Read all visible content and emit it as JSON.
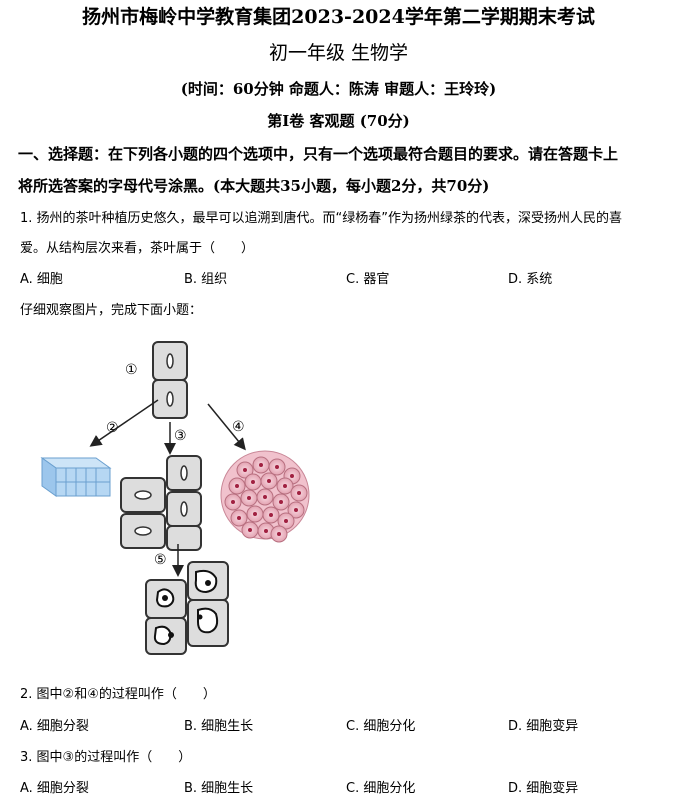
{
  "header": {
    "title": "扬州市梅岭中学教育集团2023-2024学年第二学期期末考试",
    "subtitle": "初一年级   生物学",
    "meta": "(时间：60分钟  命题人：陈涛    审题人：王玲玲)",
    "section": "第Ⅰ卷 客观题 (70分)"
  },
  "instructions": {
    "line1": "一、选择题：在下列各小题的四个选项中，只有一个选项最符合题目的要求。请在答题卡上",
    "line2": "将所选答案的字母代号涂黑。(本大题共35小题，每小题2分，共70分)"
  },
  "q1": {
    "line1": "1. 扬州的茶叶种植历史悠久，最早可以追溯到唐代。而“绿杨春”作为扬州绿茶的代表，深受扬州人民的喜",
    "line2": "爱。从结构层次来看，茶叶属于（　　）",
    "options": [
      "A. 细胞",
      "B. 组织",
      "C. 器官",
      "D. 系统"
    ]
  },
  "observe": "仔细观察图片，完成下面小题：",
  "figure": {
    "labels": [
      "①",
      "②",
      "③",
      "④",
      "⑤"
    ]
  },
  "q2": {
    "stem": "2. 图中②和④的过程叫作（　　）",
    "options": [
      "A. 细胞分裂",
      "B. 细胞生长",
      "C. 细胞分化",
      "D. 细胞变异"
    ]
  },
  "q3": {
    "stem": "3. 图中③的过程叫作（　　）",
    "options": [
      "A. 细胞分裂",
      "B. 细胞生长",
      "C. 细胞分化",
      "D. 细胞变异"
    ]
  }
}
